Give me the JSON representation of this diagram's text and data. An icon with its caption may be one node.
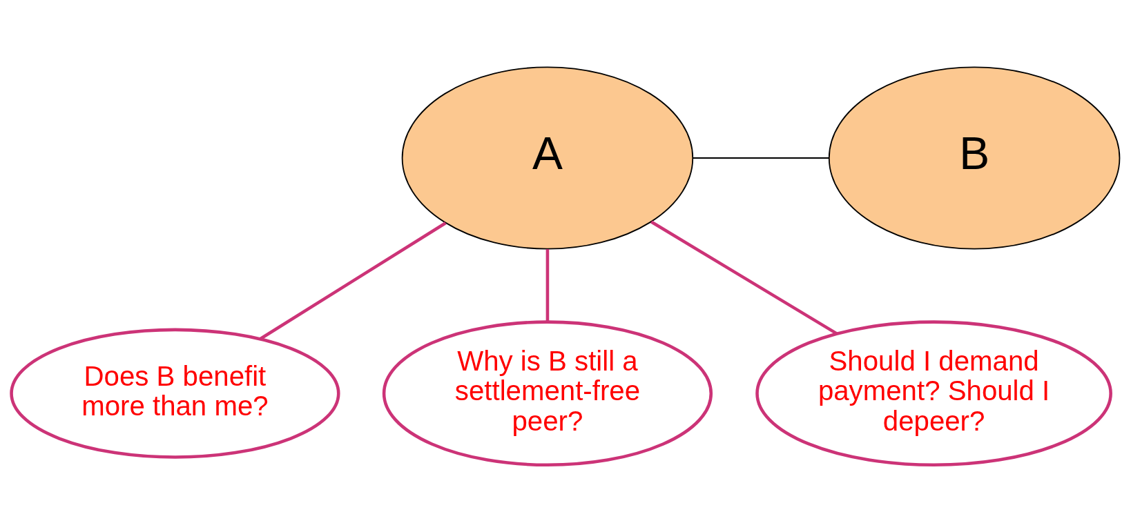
{
  "diagram": {
    "nodes": [
      {
        "text": [
          "A"
        ]
      },
      {
        "text": [
          "B"
        ]
      },
      {
        "text": [
          "Does B benefit more than me?"
        ]
      },
      {
        "text": [
          "Why is B still a settlement-free peer?"
        ]
      },
      {
        "text": [
          "Should I demand payment? Should I depeer?"
        ]
      }
    ],
    "edges": [
      {
        "from": 0,
        "to": 1,
        "arrow": "none",
        "color": "#000000"
      },
      {
        "from": 2,
        "to": 0,
        "arrow": "none",
        "color": "#cc3377"
      },
      {
        "from": 3,
        "to": 0,
        "arrow": "none",
        "color": "#cc3377"
      },
      {
        "from": 4,
        "to": 0,
        "arrow": "none",
        "color": "#cc3377"
      }
    ]
  }
}
